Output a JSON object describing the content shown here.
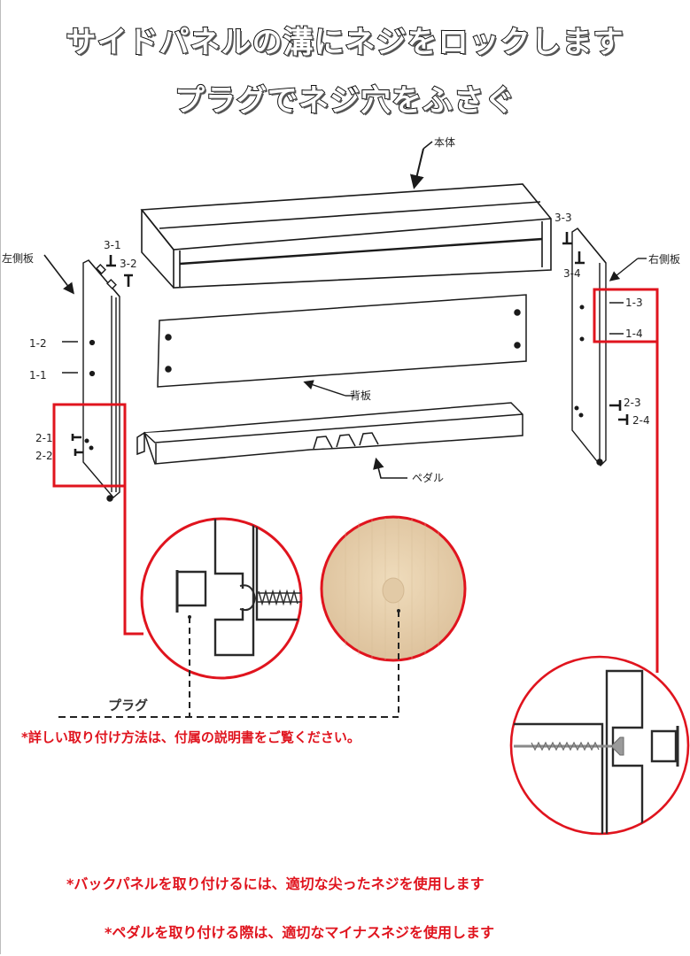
{
  "headline": {
    "line1": "サイドパネルの溝にネジをロックします",
    "line2": "プラグでネジ穴をふさぐ"
  },
  "parts": {
    "main_body": "本体",
    "left_side_panel": "左側板",
    "right_side_panel": "右側板",
    "back_panel": "背板",
    "pedal": "ペダル"
  },
  "screw_labels": {
    "left": [
      "3-1",
      "3-2",
      "1-2",
      "1-1",
      "2-1",
      "2-2"
    ],
    "right": [
      "3-3",
      "3-4",
      "1-3",
      "1-4",
      "2-3",
      "2-4"
    ]
  },
  "callouts": {
    "plug_label": "プラグ",
    "detail_circles": [
      "plug-and-screw-cross-section",
      "wood-plug-closeup",
      "sharp-screw-cross-section"
    ]
  },
  "notes": {
    "manual": "*詳しい取り付け方法は、付属の説明書をご覧ください。",
    "back_panel_screw": "*バックパネルを取り付けるには、適切な尖ったネジを使用します",
    "pedal_screw": "*ペダルを取り付ける際は、適切なマイナスネジを使用します"
  },
  "colors": {
    "highlight_red": "#e0141e",
    "line": "#1a1a1a",
    "wood": "#e8d4b4"
  }
}
